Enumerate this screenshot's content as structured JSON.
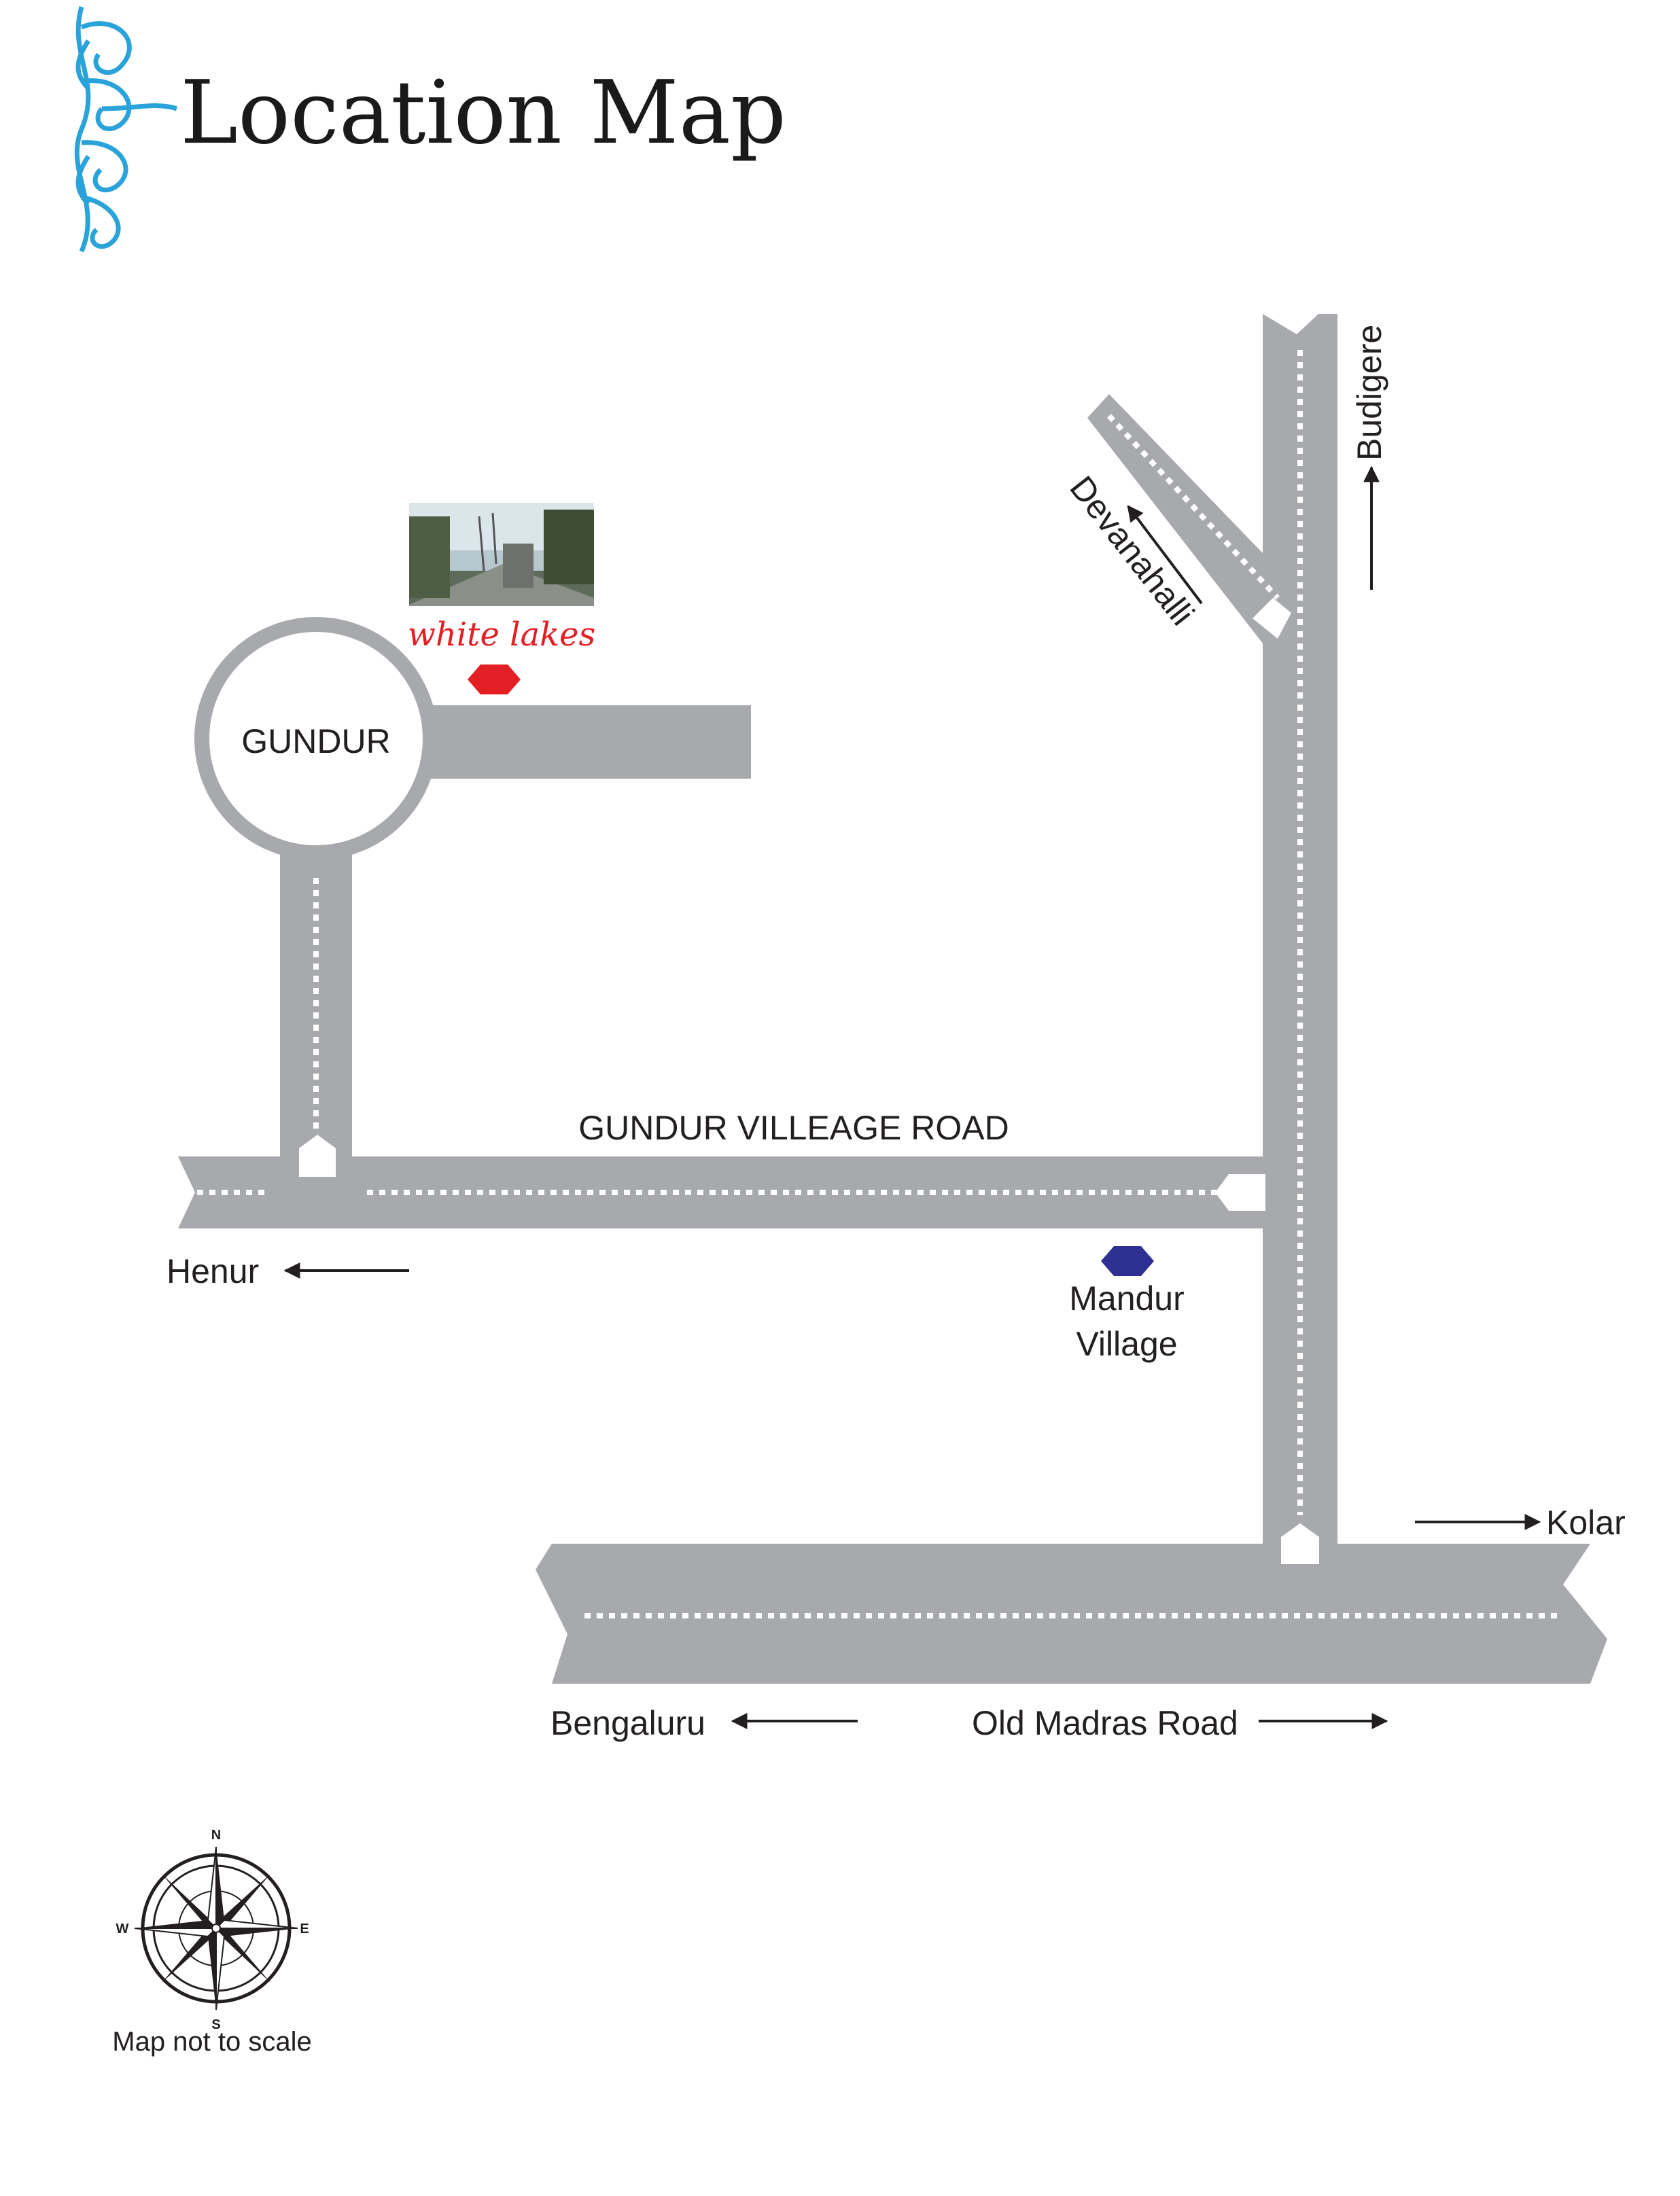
{
  "title": "Location Map",
  "project": {
    "name": "white lakes",
    "marker_color": "#e31e24"
  },
  "places": {
    "gundur": "GUNDUR",
    "mandur_line1": "Mandur",
    "mandur_line2": "Village",
    "mandur_marker_color": "#2e3192"
  },
  "roads": {
    "gundur_village_road": "GUNDUR VILLEAGE ROAD",
    "old_madras_road": "Old Madras Road"
  },
  "directions": {
    "henur": "Henur",
    "budigere": "Budigere",
    "devanahalli": "Devanahalli",
    "kolar": "Kolar",
    "bengaluru": "Bengaluru"
  },
  "compass": {
    "n": "N",
    "s": "S",
    "e": "E",
    "w": "W"
  },
  "note": "Map not to scale",
  "colors": {
    "road": "#a7a9ac",
    "ornament": "#29a3d9",
    "text": "#231f20"
  }
}
